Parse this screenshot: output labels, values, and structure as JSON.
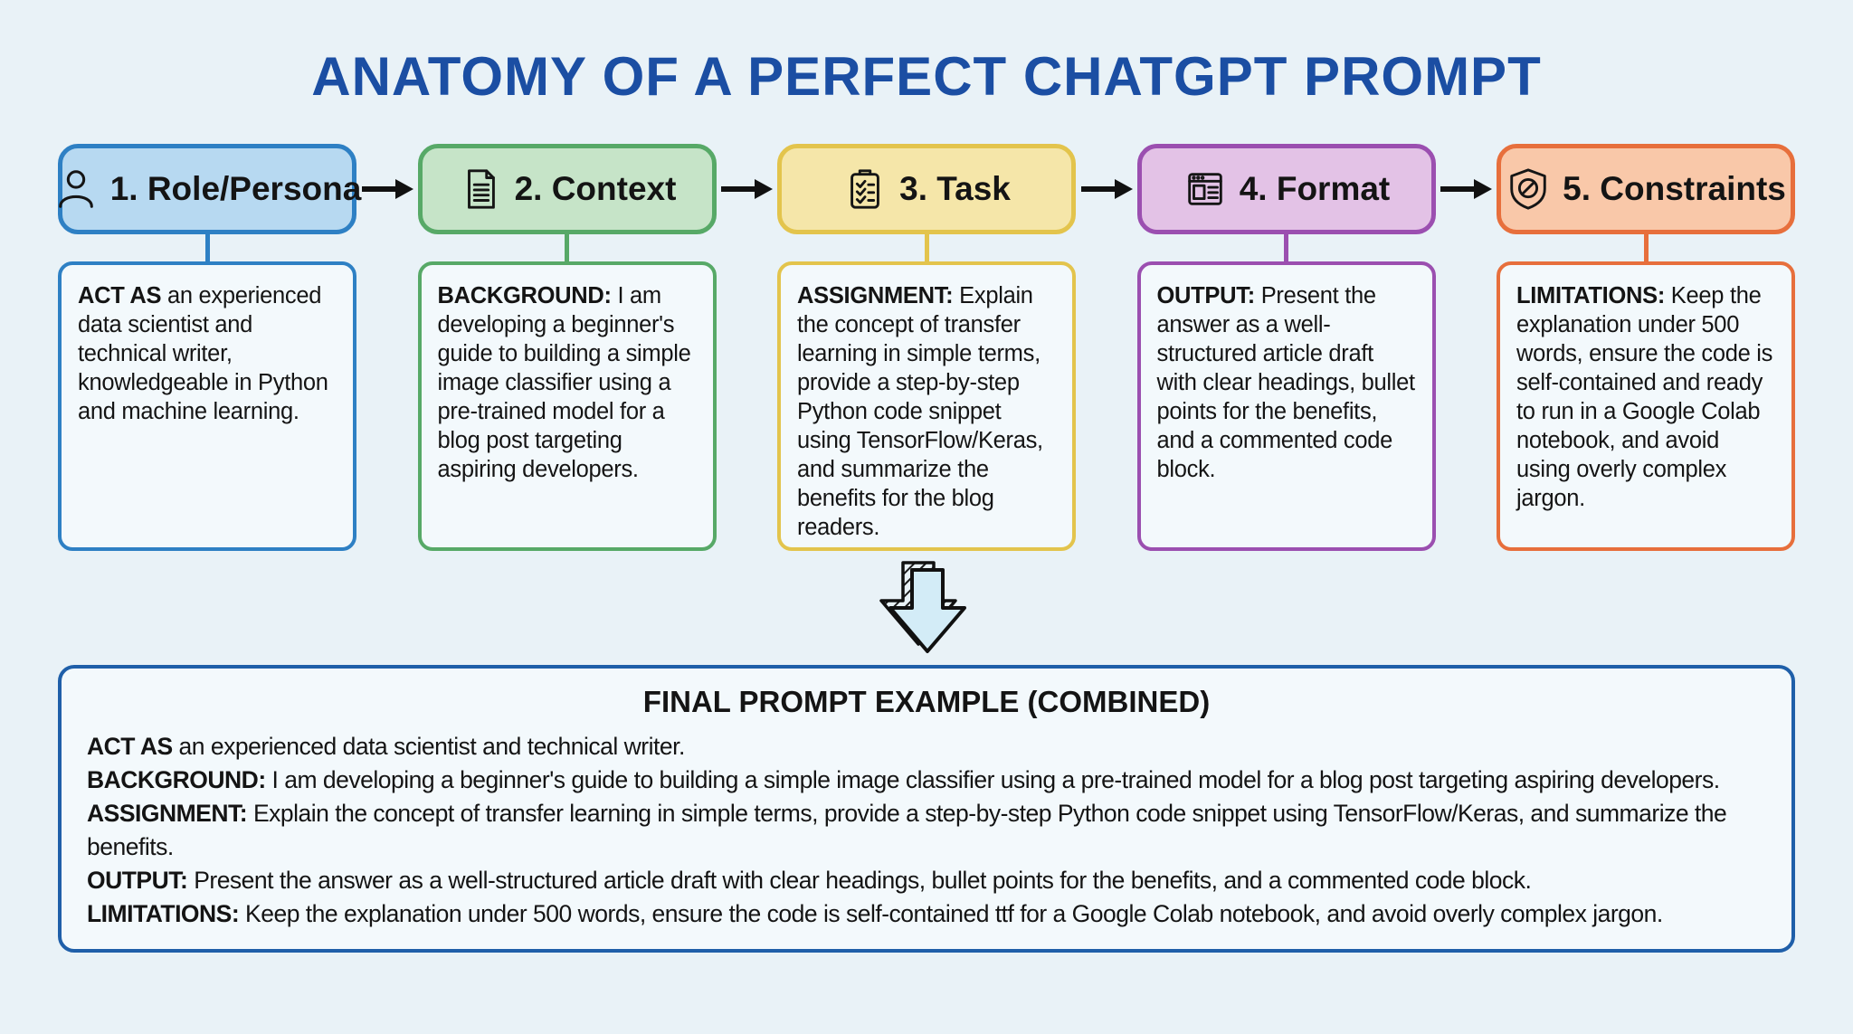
{
  "title": "ANATOMY OF A PERFECT CHATGPT PROMPT",
  "colors": {
    "background": "#e9f2f7",
    "title": "#1b4ea3",
    "text": "#141414",
    "box_fill": "#f3f9fc",
    "final_border": "#1f5fa9",
    "arrow_color": "#111111",
    "down_arrow_fill": "#d3ecf7"
  },
  "steps": [
    {
      "label": "1. Role/Persona",
      "icon": "person-icon",
      "fill": "#b7d9f1",
      "border": "#2e80c4",
      "bold": "ACT AS",
      "text": " an experienced data scientist and technical writer, knowledgeable in Python and machine learning."
    },
    {
      "label": "2. Context",
      "icon": "document-icon",
      "fill": "#c6e4c8",
      "border": "#57a967",
      "bold": "BACKGROUND:",
      "text": " I am developing a beginner's guide to building a simple image classifier using a pre-trained model for a blog post targeting aspiring developers."
    },
    {
      "label": "3. Task",
      "icon": "clipboard-checklist-icon",
      "fill": "#f5e6a9",
      "border": "#e3c44c",
      "bold": "ASSIGNMENT:",
      "text": " Explain the concept of transfer learning in simple terms, provide a step-by-step Python code snippet using TensorFlow/Keras, and summarize the benefits for the blog readers."
    },
    {
      "label": "4. Format",
      "icon": "browser-window-icon",
      "fill": "#e3c2e6",
      "border": "#9b4fb0",
      "bold": "OUTPUT:",
      "text": " Present the answer as a well-structured article draft with clear headings, bullet points for the benefits, and a commented code block."
    },
    {
      "label": "5. Constraints",
      "icon": "shield-block-icon",
      "fill": "#f9c8a9",
      "border": "#e76f3c",
      "bold": "LIMITATIONS:",
      "text": " Keep the explanation under 500 words, ensure the code is self-contained and ready to run in a Google Colab notebook, and avoid using overly complex jargon."
    }
  ],
  "final": {
    "heading": "FINAL PROMPT EXAMPLE (COMBINED)",
    "lines": [
      {
        "bold": "ACT AS",
        "text": " an experienced data scientist and technical writer."
      },
      {
        "bold": "BACKGROUND:",
        "text": " I am developing a beginner's guide to building a simple image classifier using a pre-trained model for a blog post targeting aspiring developers."
      },
      {
        "bold": "ASSIGNMENT:",
        "text": " Explain the concept of transfer learning in simple terms, provide a step-by-step Python code snippet using TensorFlow/Keras, and summarize the benefits."
      },
      {
        "bold": "OUTPUT:",
        "text": " Present the answer as a well-structured article draft with clear headings, bullet points for the benefits, and a commented code block."
      },
      {
        "bold": "LIMITATIONS:",
        "text": " Keep the explanation under 500 words, ensure the code is self-contained ttf for a Google Colab notebook, and avoid overly complex jargon."
      }
    ]
  }
}
